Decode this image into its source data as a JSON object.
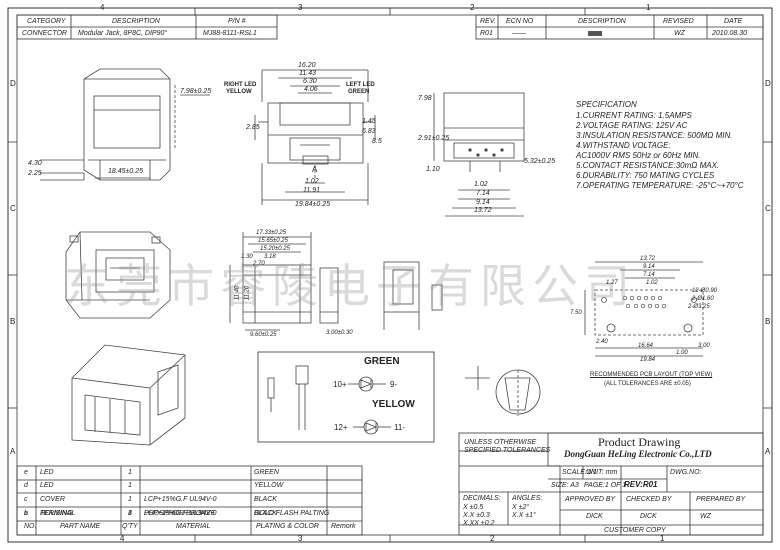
{
  "header_left": {
    "labels": {
      "category": "CATEGORY",
      "description": "DESCRIPTION",
      "pn": "P/N #"
    },
    "values": {
      "category": "CONNECTOR",
      "description": "Modular Jack, 8P8C, DIP90°",
      "pn": "MJ88-8111-RSL1"
    }
  },
  "revision": {
    "labels": {
      "rev": "REV.",
      "ecn": "ECN NO",
      "description": "DESCRIPTION",
      "revised": "REVISED",
      "date": "DATE"
    },
    "values": {
      "rev": "R01",
      "ecn": "——",
      "revised": "WZ",
      "date": "2010.08.30"
    }
  },
  "grid": {
    "cols": [
      "4",
      "3",
      "2",
      "1"
    ],
    "rows": [
      "D",
      "C",
      "B",
      "A"
    ]
  },
  "specification": {
    "title": "SPECIFICATION",
    "lines": [
      "1.CURRENT RATING: 1.5AMPS",
      "2.VOLTAGE RATING: 125V AC",
      "3.INSULATION RESISTANCE: 500MΩ MIN.",
      "4.WITHSTAND VOLTAGE:",
      "AC1000V RMS 50Hz or 60Hz MIN.",
      "5.CONTACT RESISTANCE:30mΩ MAX.",
      "6.DURABILITY: 750 MATING CYCLES",
      "7.OPERATING TEMPERATURE: -25°C~+70°C"
    ]
  },
  "dimensions": {
    "left_view": [
      "7.98±0.25",
      "4.30",
      "2.25",
      "18.45±0.25"
    ],
    "front_view": [
      "16.20",
      "11.43",
      "6.30",
      "4.06",
      "2.85",
      "1.45",
      "6.83",
      "8.5",
      "1.02",
      "11.91",
      "19.84±0.25"
    ],
    "front_labels": {
      "right": "RIGHT LED",
      "right_color": "YELLOW",
      "left": "LEFT LED",
      "left_color": "GREEN",
      "a": "A"
    },
    "side_view": [
      "7.98",
      "2.91±0.25",
      "1.10",
      "5.32±0.25",
      "1.02",
      "7.14",
      "9.14",
      "13.72"
    ],
    "bottom_view": [
      "17.33±0.25",
      "15.65±0.25",
      "15.20±0.25",
      "3.18",
      "2.70",
      "1.30",
      "11.40",
      "11.20",
      "9.60±0.25",
      "3.00±0.30"
    ],
    "pcb_view": [
      "13.72",
      "9.14",
      "7.14",
      "1.02",
      "1.27",
      "12-Ø0.90",
      "2-Ø1.60",
      "2-Ø3.25",
      "7.50",
      "2.40",
      "16.64",
      "19.84",
      "1.00",
      "3.00"
    ]
  },
  "pcb_caption": [
    "RECOMMENDED PCB LAYOUT (TOP VIEW)",
    "(ALL TOLERANCES ARE ±0.05)"
  ],
  "led_box": {
    "green_label": "GREEN",
    "yellow_label": "YELLOW",
    "green_pins": [
      "10+",
      "9-"
    ],
    "yellow_pins": [
      "12+",
      "11-"
    ]
  },
  "watermark": "东莞市睿陵电子有限公司",
  "bom": {
    "headers": [
      "NO.",
      "PART NAME",
      "Q'TY",
      "MATERIAL",
      "PLATING & COLOR",
      "Remork"
    ],
    "rows": [
      {
        "no": "e",
        "part": "LED",
        "qty": "1",
        "material": "",
        "plating": "GREEN"
      },
      {
        "no": "d",
        "part": "LED",
        "qty": "1",
        "material": "",
        "plating": "YELLOW"
      },
      {
        "no": "c",
        "part": "COVER",
        "qty": "1",
        "material": "LCP+15%G.F UL94V-0",
        "plating": "BLACK"
      },
      {
        "no": "b",
        "part": "TERMINAL",
        "qty": "8",
        "material": "PHOSPHOR BRONZE",
        "plating": "GOLD FLASH PALTING"
      },
      {
        "no": "a",
        "part": "HOUSING",
        "qty": "1",
        "material": "LCP+15%G.F UL94V-0",
        "plating": "BLACK"
      }
    ]
  },
  "title_block": {
    "title": "Product Drawing",
    "company": "DongGuan HeLing Electronic Co.,LTD",
    "tolerance_note": [
      "UNLESS OTHERWISE",
      "SPECIFIED TOLERANCES"
    ],
    "scale": "SCALE:1/1",
    "unit": "UNIT: mm",
    "dwg": "DWG.NO:",
    "size": "SIZE: A3",
    "page": "PAGE:1 OF 1",
    "rev": "REV:R01",
    "decimals_label": "DECIMALS:",
    "angles_label": "ANGLES:",
    "dec1": "X      ±0.5",
    "dec2": "X.X   ±0.3",
    "dec3": "X.XX  ±0.2",
    "ang1": "X    ±2°",
    "ang2": "X.X  ±1°",
    "approved_label": "APPROVED BY",
    "checked_label": "CHECKED BY",
    "prepared_label": "PREPARED BY",
    "approved": "DICK",
    "checked": "DICK",
    "prepared": "WZ",
    "copy": "CUSTOMER COPY"
  }
}
